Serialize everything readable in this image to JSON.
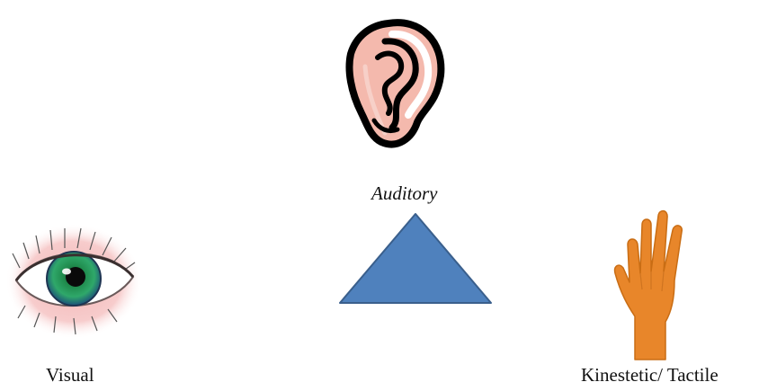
{
  "diagram": {
    "top": {
      "label": "Auditory",
      "icon": "ear-icon"
    },
    "left": {
      "label": "Visual",
      "icon": "eye-icon"
    },
    "right": {
      "label": "Kinestetic/ Tactile",
      "icon": "hand-icon"
    },
    "center": {
      "shape": "triangle",
      "fill": "#4f81bd",
      "stroke": "#3a5f8c"
    }
  }
}
